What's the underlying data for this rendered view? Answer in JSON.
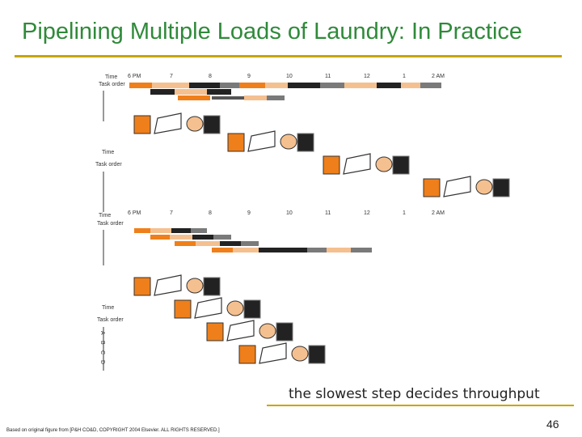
{
  "slide": {
    "title": "Pipelining Multiple Loads of Laundry: In Practice",
    "caption": "the slowest step decides throughput",
    "credit": "Based on original figure from [P&H CO&D, COPYRIGHT 2004 Elsevier. ALL RIGHTS RESERVED.]",
    "page_number": "46"
  },
  "diagram": {
    "time_ticks": [
      "6 PM",
      "7",
      "8",
      "9",
      "10",
      "11",
      "12",
      "1",
      "2 AM"
    ],
    "time_label": "Time",
    "task_order_label": "Task order",
    "task_letters": [
      "A",
      "B",
      "C",
      "D"
    ],
    "colors": {
      "wash": "#ef7f1a",
      "dry": "#f5c08f",
      "fold": "#222222",
      "put_away": "#7a7a7a",
      "accent_rule": "#c8a500",
      "title": "#2f8a3a"
    },
    "icons": [
      "washer-icon",
      "dryer-icon",
      "folded-clothes-icon",
      "closet-icon"
    ]
  }
}
